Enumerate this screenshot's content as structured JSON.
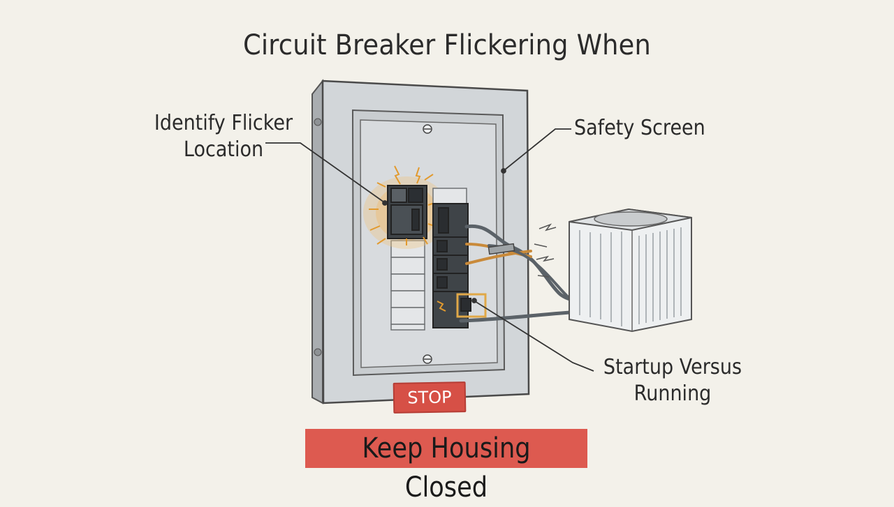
{
  "title": "Circuit Breaker Flickering When",
  "callouts": {
    "identify": [
      "Identify Flicker",
      "Location"
    ],
    "safety": "Safety Screen",
    "startup": [
      "Startup Versus",
      "Running"
    ]
  },
  "stop_badge": "STOP",
  "banner": "Keep Housing Closed",
  "colors": {
    "background": "#f3f1ea",
    "panel": "#cfd3d6",
    "accent_red": "#dd5a50",
    "spark": "#e8a33a",
    "ink": "#2b2b2b"
  }
}
